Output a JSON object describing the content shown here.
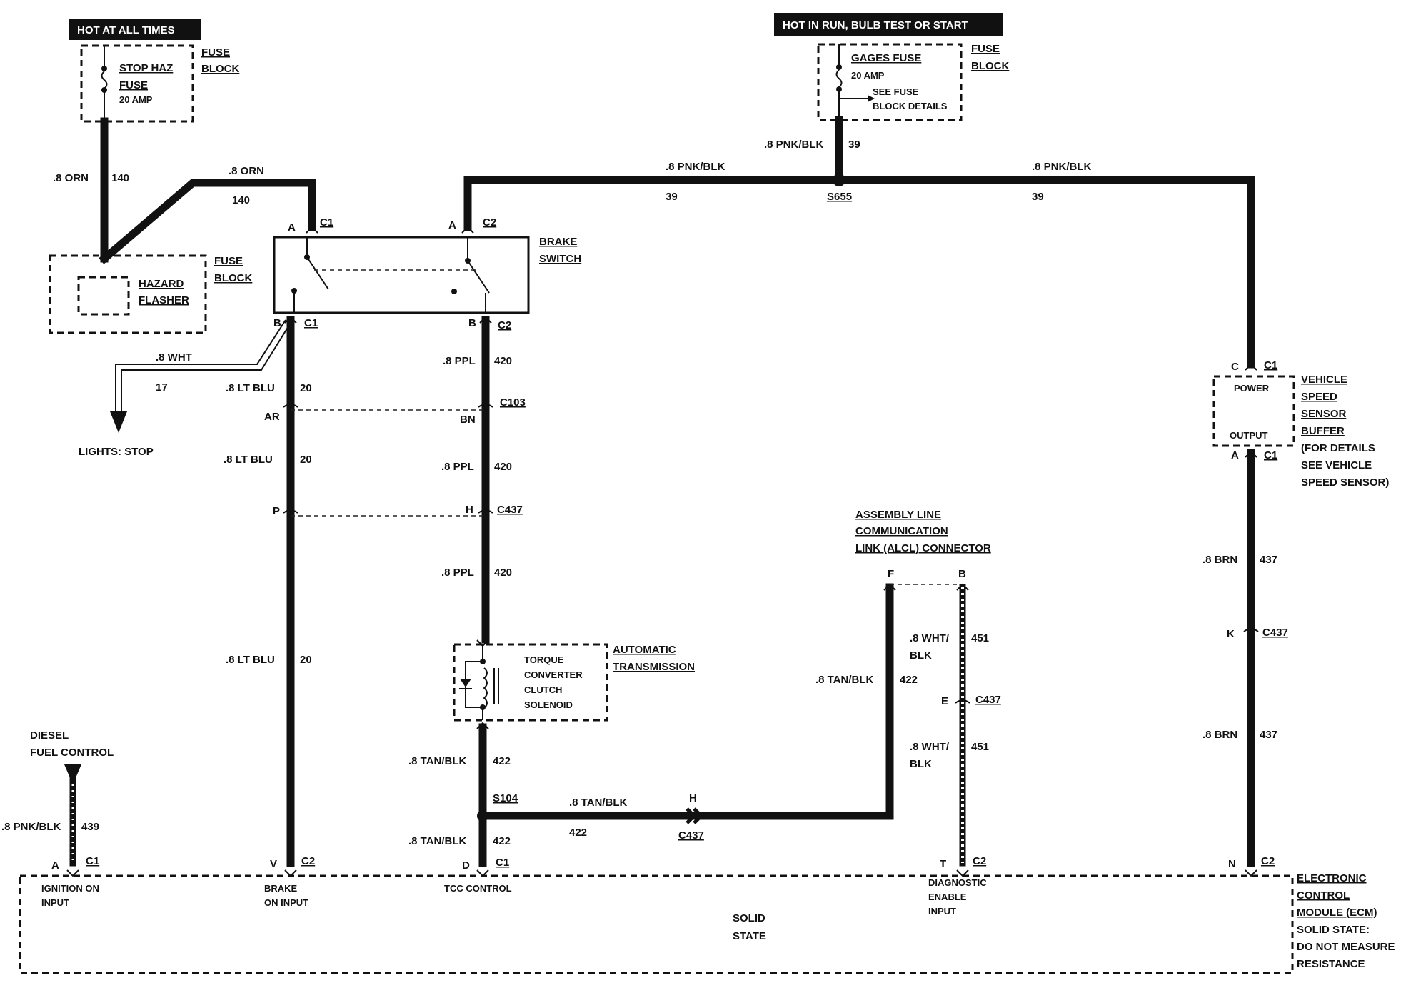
{
  "headers": {
    "left": "HOT AT ALL TIMES",
    "right": "HOT IN RUN, BULB TEST OR START"
  },
  "fuse_block_1": {
    "title1": "FUSE",
    "title2": "BLOCK",
    "fuse_name1": "STOP HAZ",
    "fuse_name2": "FUSE",
    "fuse_rating": "20 AMP"
  },
  "fuse_block_2": {
    "title1": "FUSE",
    "title2": "BLOCK",
    "fuse_name": "GAGES FUSE",
    "fuse_rating": "20 AMP",
    "note1": "SEE FUSE",
    "note2": "BLOCK DETAILS"
  },
  "hazard": {
    "title1": "FUSE",
    "title2": "BLOCK",
    "name1": "HAZARD",
    "name2": "FLASHER"
  },
  "brake_switch": {
    "name1": "BRAKE",
    "name2": "SWITCH",
    "pin_a1": "A",
    "conn_c1_top": "C1",
    "pin_a2": "A",
    "conn_c2_top": "C2",
    "pin_b1": "B",
    "conn_c1_bot": "C1",
    "pin_b2": "B",
    "conn_c2_bot": "C2"
  },
  "wires": {
    "orn_1": ".8 ORN",
    "orn_1_circ": "140",
    "orn_2": ".8 ORN",
    "orn_2_circ": "140",
    "pnk_top": ".8 PNK/BLK",
    "pnk_top_circ": "39",
    "pnk_mid": ".8 PNK/BLK",
    "pnk_mid_circ": "39",
    "pnk_right": ".8 PNK/BLK",
    "pnk_right_circ": "39",
    "splice_s655": "S655",
    "wht": ".8 WHT",
    "wht_circ": "17",
    "lights_stop": "LIGHTS: STOP",
    "lt_blu_1": ".8 LT BLU",
    "lt_blu_1_circ": "20",
    "lt_blu_2": ".8 LT BLU",
    "lt_blu_2_circ": "20",
    "lt_blu_3": ".8 LT BLU",
    "lt_blu_3_circ": "20",
    "ppl_1": ".8 PPL",
    "ppl_1_circ": "420",
    "ppl_2": ".8 PPL",
    "ppl_2_circ": "420",
    "ppl_3": ".8 PPL",
    "ppl_3_circ": "420",
    "tan_1": ".8 TAN/BLK",
    "tan_1_circ": "422",
    "tan_2": ".8 TAN/BLK",
    "tan_2_circ": "422",
    "tan_h": ".8 TAN/BLK",
    "tan_h_circ": "422",
    "tan_alcl": ".8 TAN/BLK",
    "tan_alcl_circ": "422",
    "splice_s104": "S104",
    "wht_blk_1a": ".8 WHT/",
    "wht_blk_1b": "BLK",
    "wht_blk_1_circ": "451",
    "wht_blk_2a": ".8 WHT/",
    "wht_blk_2b": "BLK",
    "wht_blk_2_circ": "451",
    "brn_1": ".8 BRN",
    "brn_1_circ": "437",
    "brn_2": ".8 BRN",
    "brn_2_circ": "437",
    "pnk_diesel": ".8 PNK/BLK",
    "pnk_diesel_circ": "439"
  },
  "connectors": {
    "ar": "AR",
    "bn": "BN",
    "c103": "C103",
    "p": "P",
    "h": "H",
    "c437_a": "C437",
    "h2": "H",
    "c437_b": "C437",
    "k": "K",
    "c437_c": "C437",
    "e": "E",
    "c437_d": "C437",
    "f": "F",
    "b": "B"
  },
  "transmission": {
    "label1": "AUTOMATIC",
    "label2": "TRANSMISSION",
    "sol1": "TORQUE",
    "sol2": "CONVERTER",
    "sol3": "CLUTCH",
    "sol4": "SOLENOID"
  },
  "alcl": {
    "line1": "ASSEMBLY LINE",
    "line2": "COMMUNICATION",
    "line3": "LINK (ALCL) CONNECTOR"
  },
  "vss": {
    "pin_c": "C",
    "conn_c1": "C1",
    "power": "POWER",
    "output": "OUTPUT",
    "pin_a": "A",
    "conn_c1b": "C1",
    "name1": "VEHICLE",
    "name2": "SPEED",
    "name3": "SENSOR",
    "name4": "BUFFER",
    "note1": "(FOR DETAILS",
    "note2": "SEE VEHICLE",
    "note3": "SPEED SENSOR)"
  },
  "diesel": {
    "line1": "DIESEL",
    "line2": "FUEL CONTROL"
  },
  "ecm": {
    "pin_a": "A",
    "conn_a": "C1",
    "in_a1": "IGNITION ON",
    "in_a2": "INPUT",
    "pin_v": "V",
    "conn_v": "C2",
    "in_v1": "BRAKE",
    "in_v2": "ON INPUT",
    "pin_d": "D",
    "conn_d": "C1",
    "in_d": "TCC CONTROL",
    "pin_t": "T",
    "conn_t": "C2",
    "in_t1": "DIAGNOSTIC",
    "in_t2": "ENABLE",
    "in_t3": "INPUT",
    "pin_n": "N",
    "conn_n": "C2",
    "solid1": "SOLID",
    "solid2": "STATE",
    "name1": "ELECTRONIC",
    "name2": "CONTROL",
    "name3": "MODULE (ECM)",
    "note1": "SOLID STATE:",
    "note2": "DO NOT MEASURE",
    "note3": "RESISTANCE"
  }
}
